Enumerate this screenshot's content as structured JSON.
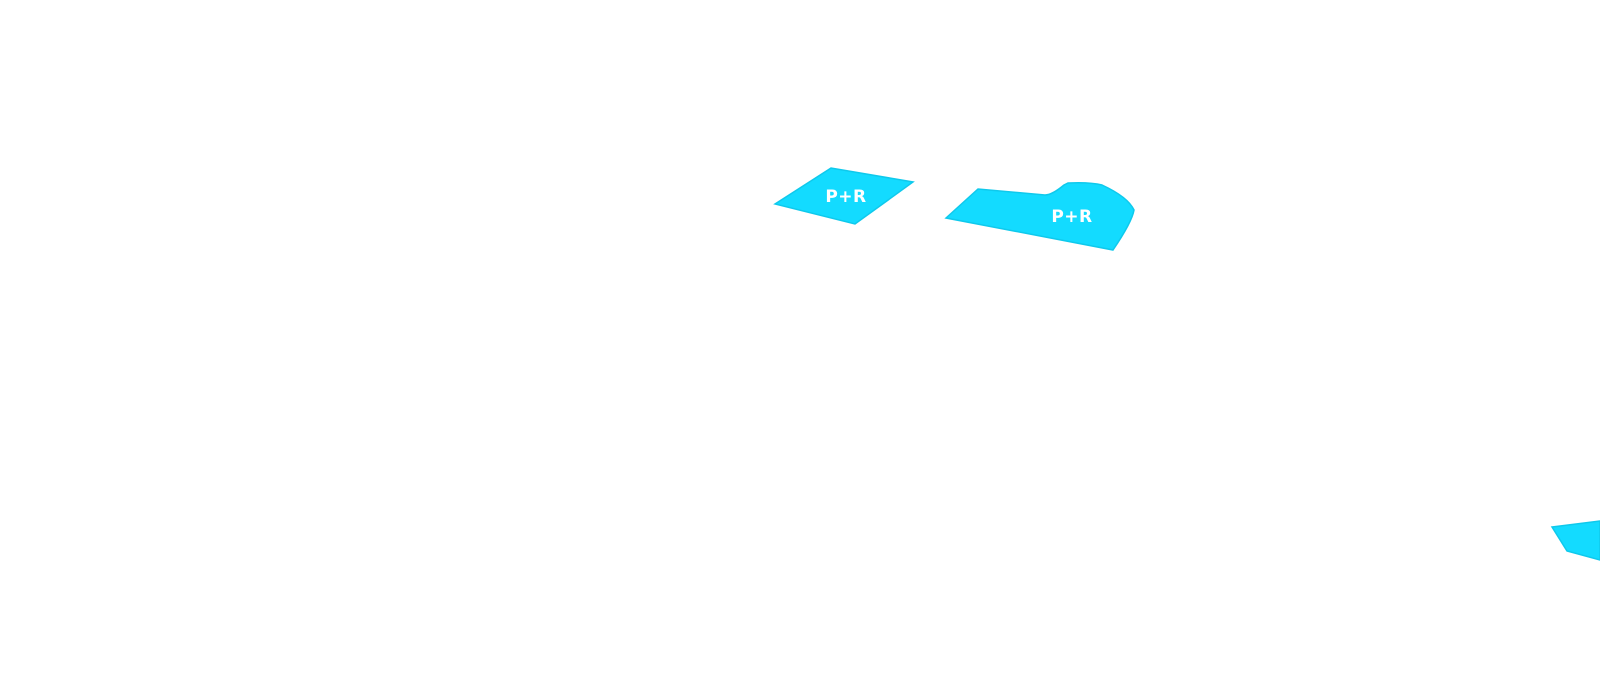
{
  "map": {
    "background_color": "#ffffff",
    "zone_color": "#13dbff",
    "zone_stroke_color": "#0fc9ec",
    "label_color": "#ffffff",
    "zones": [
      {
        "label": "P+R",
        "icon": "park-and-ride-zone"
      },
      {
        "label": "P+R",
        "icon": "park-and-ride-zone"
      },
      {
        "label": "",
        "icon": "park-and-ride-zone-partial"
      }
    ]
  }
}
